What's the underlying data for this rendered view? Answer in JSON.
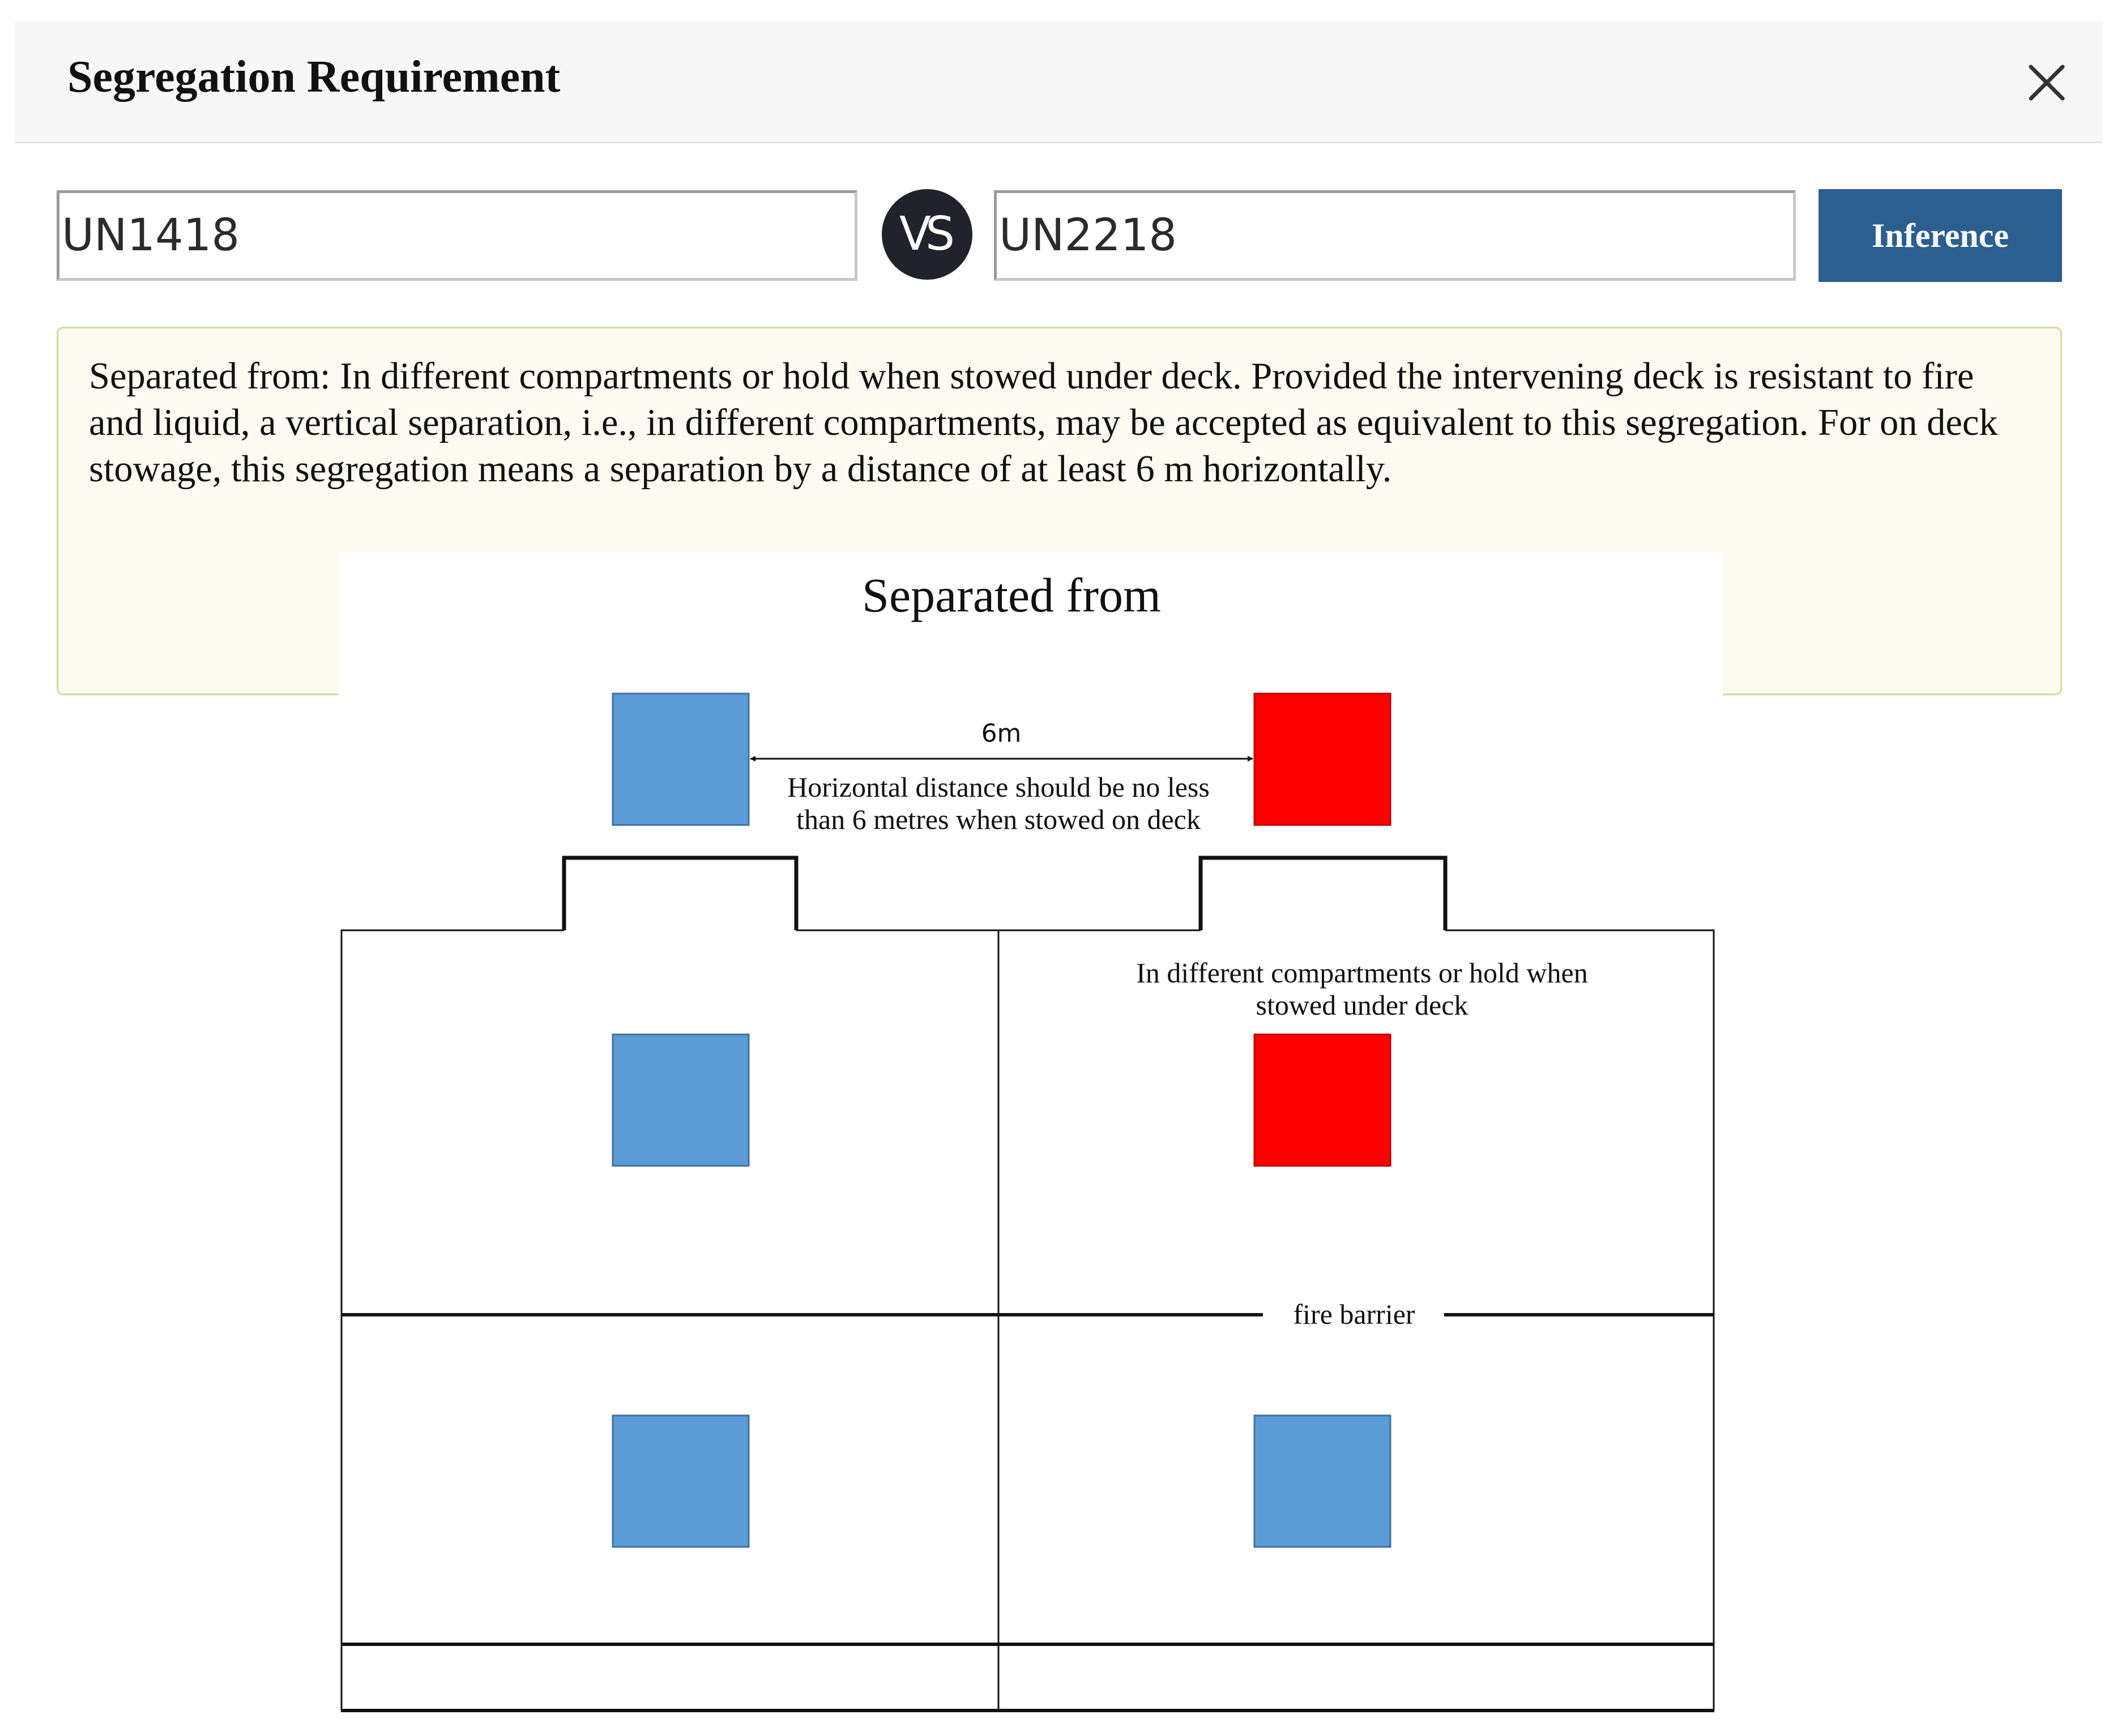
{
  "dialog": {
    "title": "Segregation Requirement",
    "close_icon": "close-icon"
  },
  "comparison": {
    "item_a": "UN1418",
    "vs_label": "VS",
    "item_b": "UN2218",
    "inference_label": "Inference"
  },
  "result": {
    "text": "Separated from: In different compartments or hold when stowed under deck. Provided the intervening deck is resistant to fire and liquid, a vertical separation, i.e., in different compartments, may be accepted as equivalent to this segregation. For on deck stowage, this segregation means a separation by a distance of at least 6 m horizontally."
  },
  "diagram": {
    "title": "Separated from",
    "distance_label": "6m",
    "deck_note_line1": "Horizontal distance should be no less",
    "deck_note_line2": "than 6 metres when stowed on deck",
    "hold_note_line1": "In different compartments or hold when",
    "hold_note_line2": "stowed under deck",
    "barrier_label": "fire barrier",
    "colors": {
      "package_a": "#5b9bd5",
      "package_b": "#ff0000"
    }
  }
}
